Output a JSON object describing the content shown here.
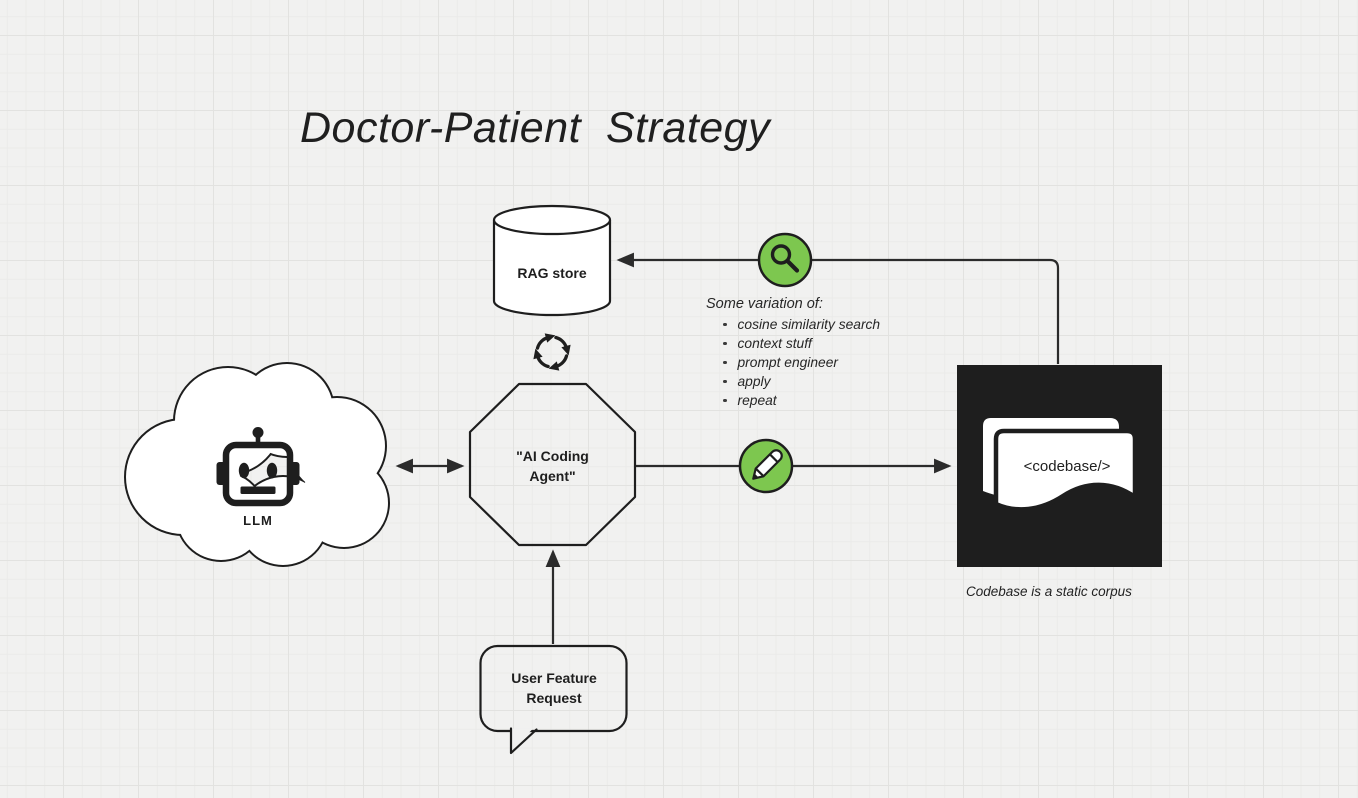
{
  "title": "Doctor-Patient  Strategy",
  "canvas": {
    "background": "#f1f1f0",
    "grid_minor_color": "#eaeae9",
    "grid_major_color": "#e2e2e0",
    "shape_stroke_color": "#1e1e1e",
    "arrow_color": "#2b2b2b",
    "accent_green": "#7dc74f"
  },
  "nodes": {
    "llm": {
      "shape": "cloud",
      "label": "LLM",
      "icon": "robot-icon",
      "fill": "#ffffff"
    },
    "agent": {
      "shape": "octagon",
      "label_line1": "\"AI Coding",
      "label_line2": "Agent\"",
      "fill": "transparent"
    },
    "rag_store": {
      "shape": "cylinder",
      "label": "RAG store",
      "fill": "#ffffff"
    },
    "codebase": {
      "shape": "document-stack",
      "label": "<codebase/>",
      "fill": "#1e1e1e"
    },
    "user_request": {
      "shape": "speech-bubble",
      "label_line1": "User Feature",
      "label_line2": "Request",
      "fill": "transparent"
    }
  },
  "annotation": {
    "heading": "Some variation of:",
    "items": [
      "cosine similarity search",
      "context stuff",
      "prompt engineer",
      "apply",
      "repeat"
    ]
  },
  "caption": "Codebase is a static corpus",
  "icons": {
    "search_badge": "search-icon",
    "edit_badge": "pencil-icon",
    "loop_between_agent_and_rag": "cycle-icon",
    "llm_glyph": "robot-icon"
  },
  "edges": [
    {
      "from": "llm",
      "to": "agent",
      "type": "bidirectional-arrow"
    },
    {
      "from": "agent",
      "to": "codebase",
      "type": "arrow",
      "badge": "pencil-icon"
    },
    {
      "from": "codebase",
      "to": "rag_store",
      "type": "arrow",
      "badge": "search-icon"
    },
    {
      "from": "user_request",
      "to": "agent",
      "type": "arrow"
    }
  ]
}
